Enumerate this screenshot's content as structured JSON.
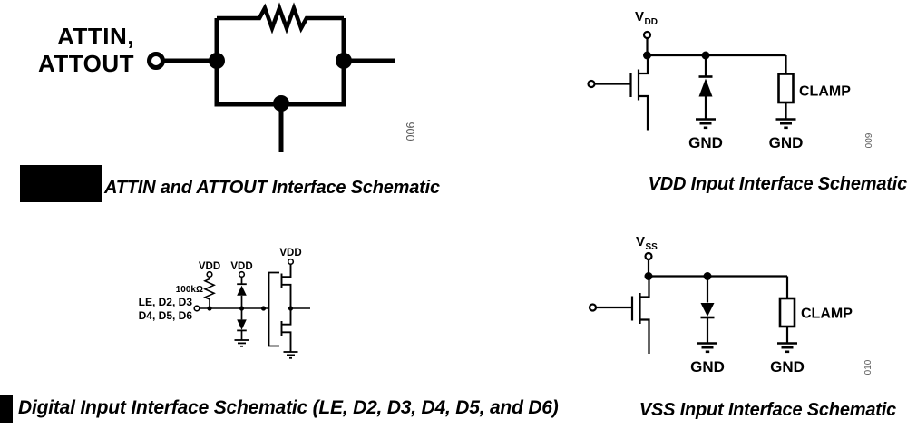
{
  "fig_attin": {
    "port_label_line1": "ATTIN,",
    "port_label_line2": "ATTOUT",
    "fig_number": "006",
    "caption": "ATTIN and ATTOUT Interface Schematic"
  },
  "fig_vdd": {
    "rail_label": "V",
    "rail_label_sub": "DD",
    "diode_gnd_label": "GND",
    "clamp_label": "CLAMP",
    "clamp_gnd_label": "GND",
    "fig_number": "009",
    "caption": "VDD Input Interface Schematic"
  },
  "fig_digital": {
    "pullup_rail_label": "VDD",
    "diode_rail_label": "VDD",
    "inverter_rail_label": "VDD",
    "pullup_value": "100kΩ",
    "input_label_line1": "LE, D2, D3",
    "input_label_line2": "D4, D5, D6",
    "caption": "Digital Input Interface Schematic (LE, D2, D3, D4, D5, and D6)"
  },
  "fig_vss": {
    "rail_label": "V",
    "rail_label_sub": "SS",
    "diode_gnd_label": "GND",
    "clamp_label": "CLAMP",
    "clamp_gnd_label": "GND",
    "fig_number": "010",
    "caption": "VSS Input Interface Schematic"
  }
}
